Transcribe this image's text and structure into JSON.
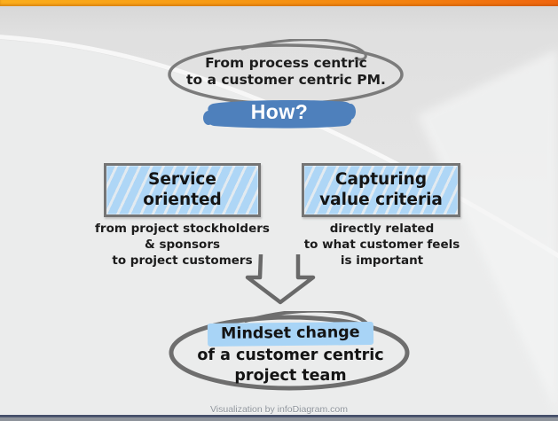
{
  "bubble_top": {
    "lines": [
      "From process centric",
      "to a customer centric PM."
    ]
  },
  "banner": {
    "label": "How?"
  },
  "factors": [
    {
      "title": [
        "Service",
        "oriented"
      ],
      "description": [
        "from project stockholders",
        "& sponsors",
        "to project customers"
      ]
    },
    {
      "title": [
        "Capturing",
        "value criteria"
      ],
      "description": [
        "directly related",
        "to what customer feels",
        "is important"
      ]
    }
  ],
  "bubble_bottom": {
    "highlighted_line": "Mindset change",
    "lines": [
      "of a customer centric",
      "project team"
    ]
  },
  "footer": {
    "attribution": "Visualization by infoDiagram.com"
  },
  "colors": {
    "accent_blue": "#4e80bc",
    "highlight_blue": "#a8d4f6",
    "sketch_gray": "#757575",
    "orange_bar_left": "#fbae1c",
    "orange_bar_right": "#ef650e",
    "footer_bar_navy": "#46506b",
    "text_black": "#1c1c1c"
  }
}
